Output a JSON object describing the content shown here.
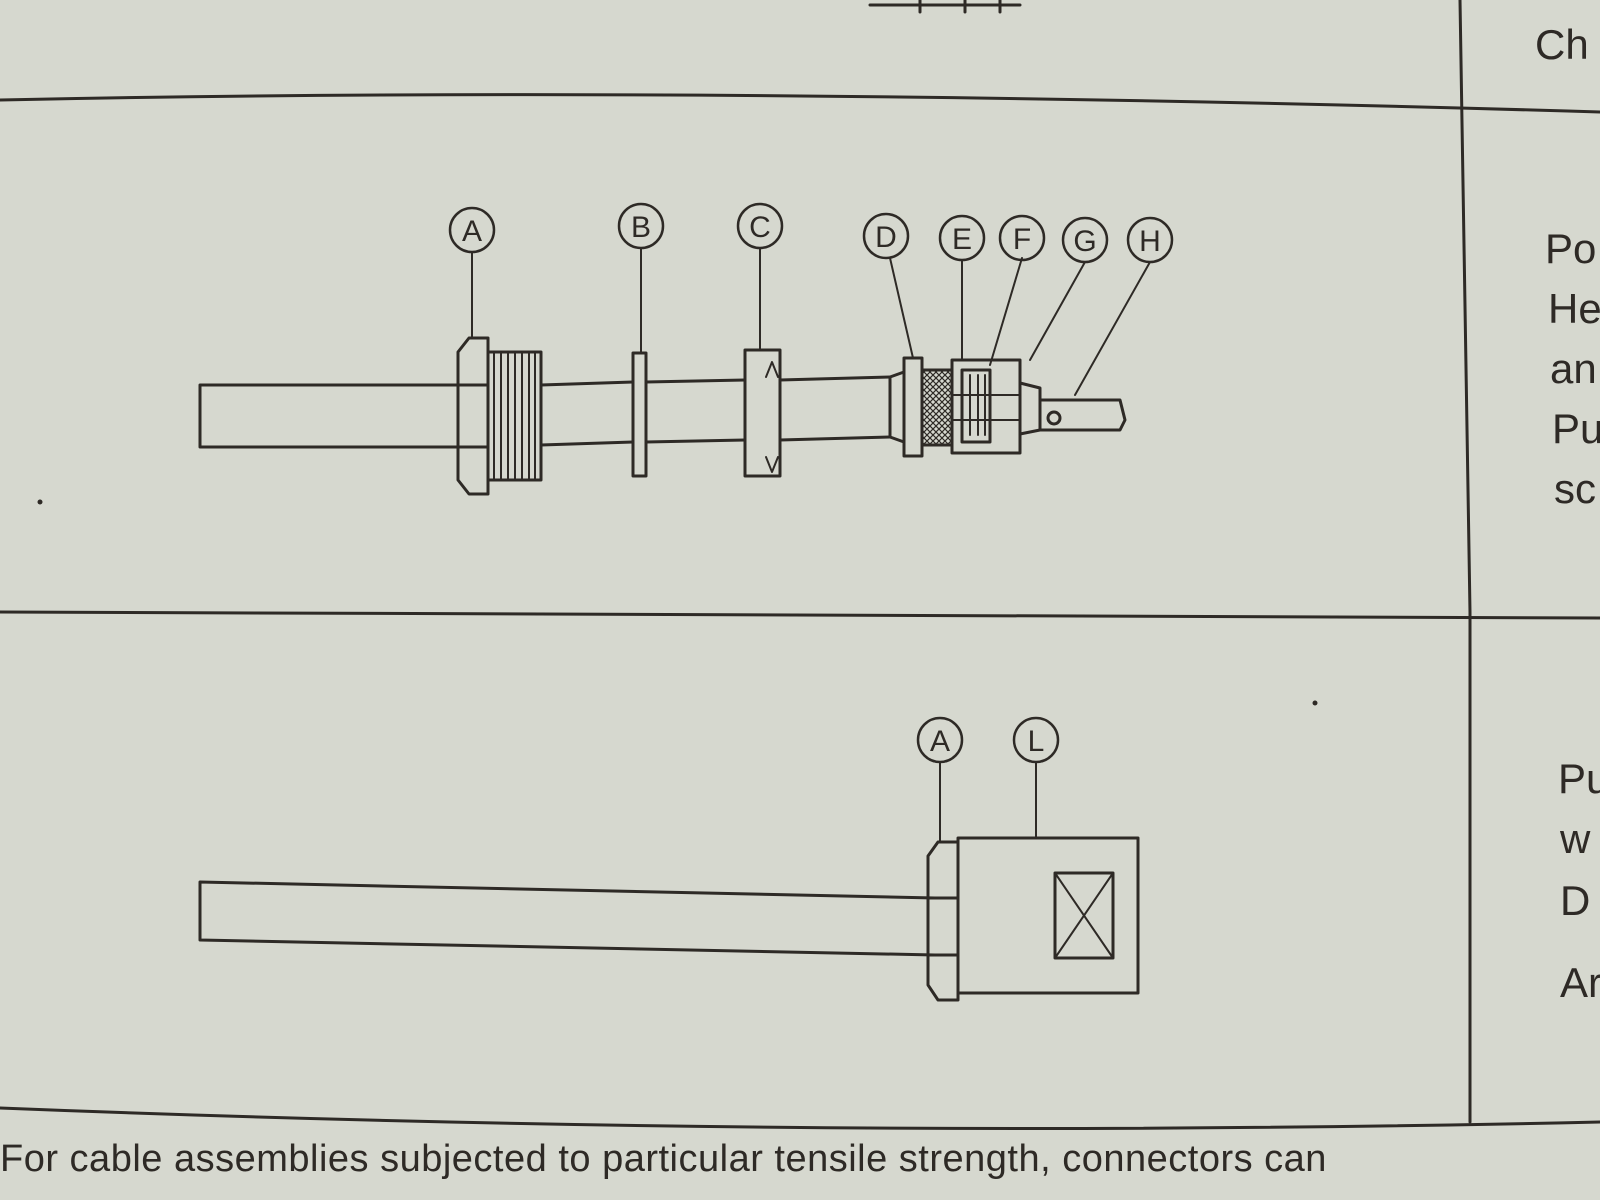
{
  "colors": {
    "paper": "#d6d8cf",
    "ink": "#2e2a26"
  },
  "top_panel": {
    "right_text": "Ch"
  },
  "panel_1": {
    "callouts": [
      "A",
      "B",
      "C",
      "D",
      "E",
      "F",
      "G",
      "H"
    ],
    "right_text": [
      "Po",
      "He",
      "an",
      "Pu",
      "sc"
    ]
  },
  "panel_2": {
    "callouts": [
      "A",
      "L"
    ],
    "right_text": [
      "Pu",
      "w",
      "D",
      "Ar"
    ]
  },
  "footer_text": "For cable assemblies subjected to particular tensile strength, connectors can"
}
